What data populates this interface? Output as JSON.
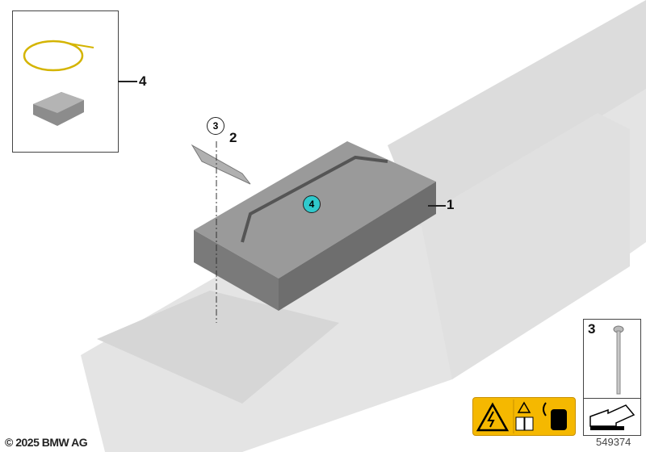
{
  "diagram": {
    "parts": [
      {
        "id": "1",
        "label": "1",
        "name": "High-voltage battery module"
      },
      {
        "id": "2",
        "label": "2",
        "name": "Bracket"
      },
      {
        "id": "3",
        "label": "3",
        "name": "Bolt"
      },
      {
        "id": "4",
        "label": "4",
        "name": "Repair kit (wire and pad)"
      }
    ],
    "callouts": {
      "bracket_bolt": "3",
      "module_kit": "4"
    },
    "labels": {
      "kit_box": "4",
      "bracket": "2",
      "module": "1",
      "bolt_box": "3"
    }
  },
  "footer": {
    "copyright": "© 2025 BMW AG",
    "part_number": "549374"
  },
  "colors": {
    "warning_yellow": "#f5b800",
    "callout_teal": "#2fc9cc",
    "module_gray": "#8a8a8a",
    "background_parts": "#d8d8d8"
  }
}
